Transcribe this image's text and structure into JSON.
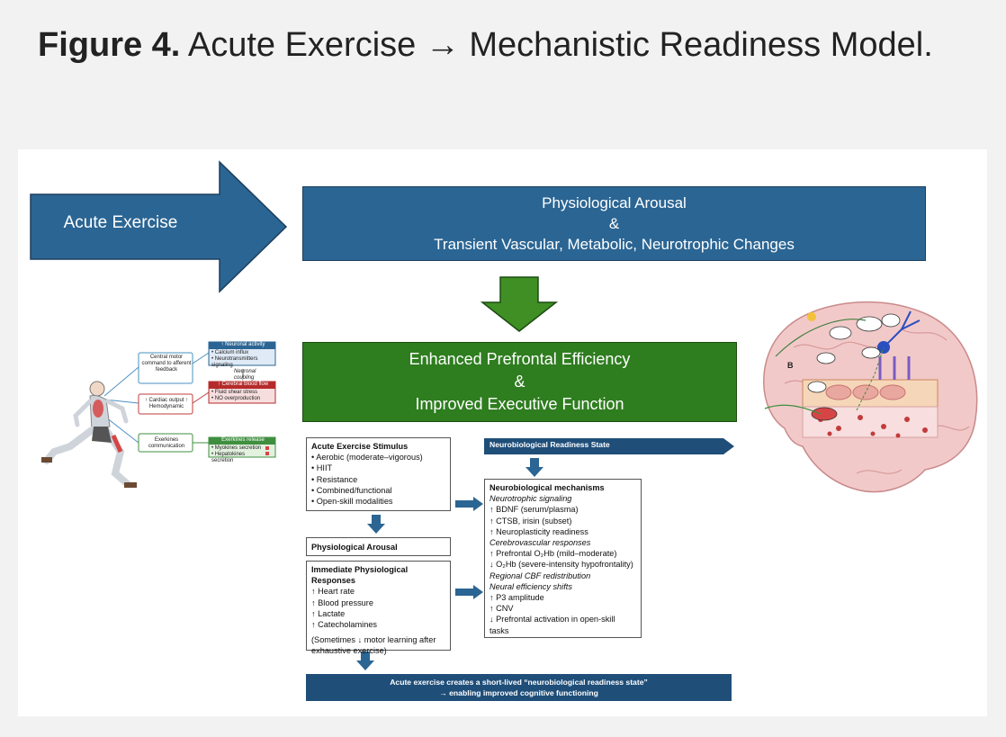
{
  "caption": {
    "figure_label": "Figure 4.",
    "title": "Acute Exercise → Mechanistic Readiness Model."
  },
  "top_flow": {
    "acute_exercise": "Acute Exercise",
    "arousal_line1": "Physiological Arousal",
    "arousal_line2": "&",
    "arousal_line3": "Transient Vascular, Metabolic, Neurotrophic Changes",
    "prefrontal_line1": "Enhanced Prefrontal Efficiency",
    "prefrontal_line2": "&",
    "prefrontal_line3": "Improved Executive Function"
  },
  "left_illustration": {
    "central_motor": "Central motor command to afferent feedback",
    "cardiac": "↑ Cardiac output ↑ Hemodynamic",
    "exerkines_comm": "Exerkines communication",
    "neuronal_activity": "↑ Neuronal activity",
    "calcium_influx": "• Calcium influx",
    "neurotransmitter": "• Neurotransmitters signaling",
    "neuronal_coupling": "Neuronal coupling",
    "cerebral_blood_flow": "↑ Cerebral blood flow",
    "fluid_shear": "• Fluid shear stress",
    "no_overproduction": "• NO overproduction",
    "exerkines_release": "Exerkines release",
    "myokines": "• Myokines secretion",
    "hepatokines": "• Hepatokines secretion"
  },
  "stimulus": {
    "heading": "Acute Exercise Stimulus",
    "items": [
      "• Aerobic (moderate–vigorous)",
      "• HIIT",
      "• Resistance",
      "• Combined/functional",
      "• Open-skill modalities"
    ]
  },
  "arousal_label": "Physiological Arousal",
  "immediate": {
    "heading": "Immediate Physiological Responses",
    "items": [
      "↑ Heart rate",
      "↑ Blood pressure",
      "↑ Lactate",
      "↑ Catecholamines"
    ],
    "note": "(Sometimes ↓ motor learning after exhaustive exercise)"
  },
  "readiness_state_label": "Neurobiological Readiness State",
  "mechanisms": {
    "heading": "Neurobiological mechanisms",
    "lines": [
      {
        "t": "Neurotrophic signaling",
        "i": true
      },
      {
        "t": "↑ BDNF (serum/plasma)"
      },
      {
        "t": "↑ CTSB, irisin (subset)"
      },
      {
        "t": "↑ Neuroplasticity readiness"
      },
      {
        "t": "Cerebrovascular responses",
        "i": true
      },
      {
        "t": "↑ Prefrontal O₂Hb (mild–moderate)"
      },
      {
        "t": "↓ O₂Hb (severe-intensity hypofrontality)"
      },
      {
        "t": "Regional CBF redistribution",
        "i": true
      },
      {
        "t": "Neural efficiency shifts",
        "i": true
      },
      {
        "t": "↑ P3 amplitude"
      },
      {
        "t": "↑ CNV"
      },
      {
        "t": "↓ Prefrontal activation in open-skill tasks"
      }
    ]
  },
  "bottom_bar": {
    "line1": "Acute exercise creates a short-lived “neurobiological readiness state”",
    "line2": "→ enabling improved cognitive functioning"
  },
  "brain": {
    "panel_label": "B"
  },
  "colors": {
    "blue": "#2b6593",
    "dark_blue": "#1f4e79",
    "green": "#2e7d1f"
  }
}
